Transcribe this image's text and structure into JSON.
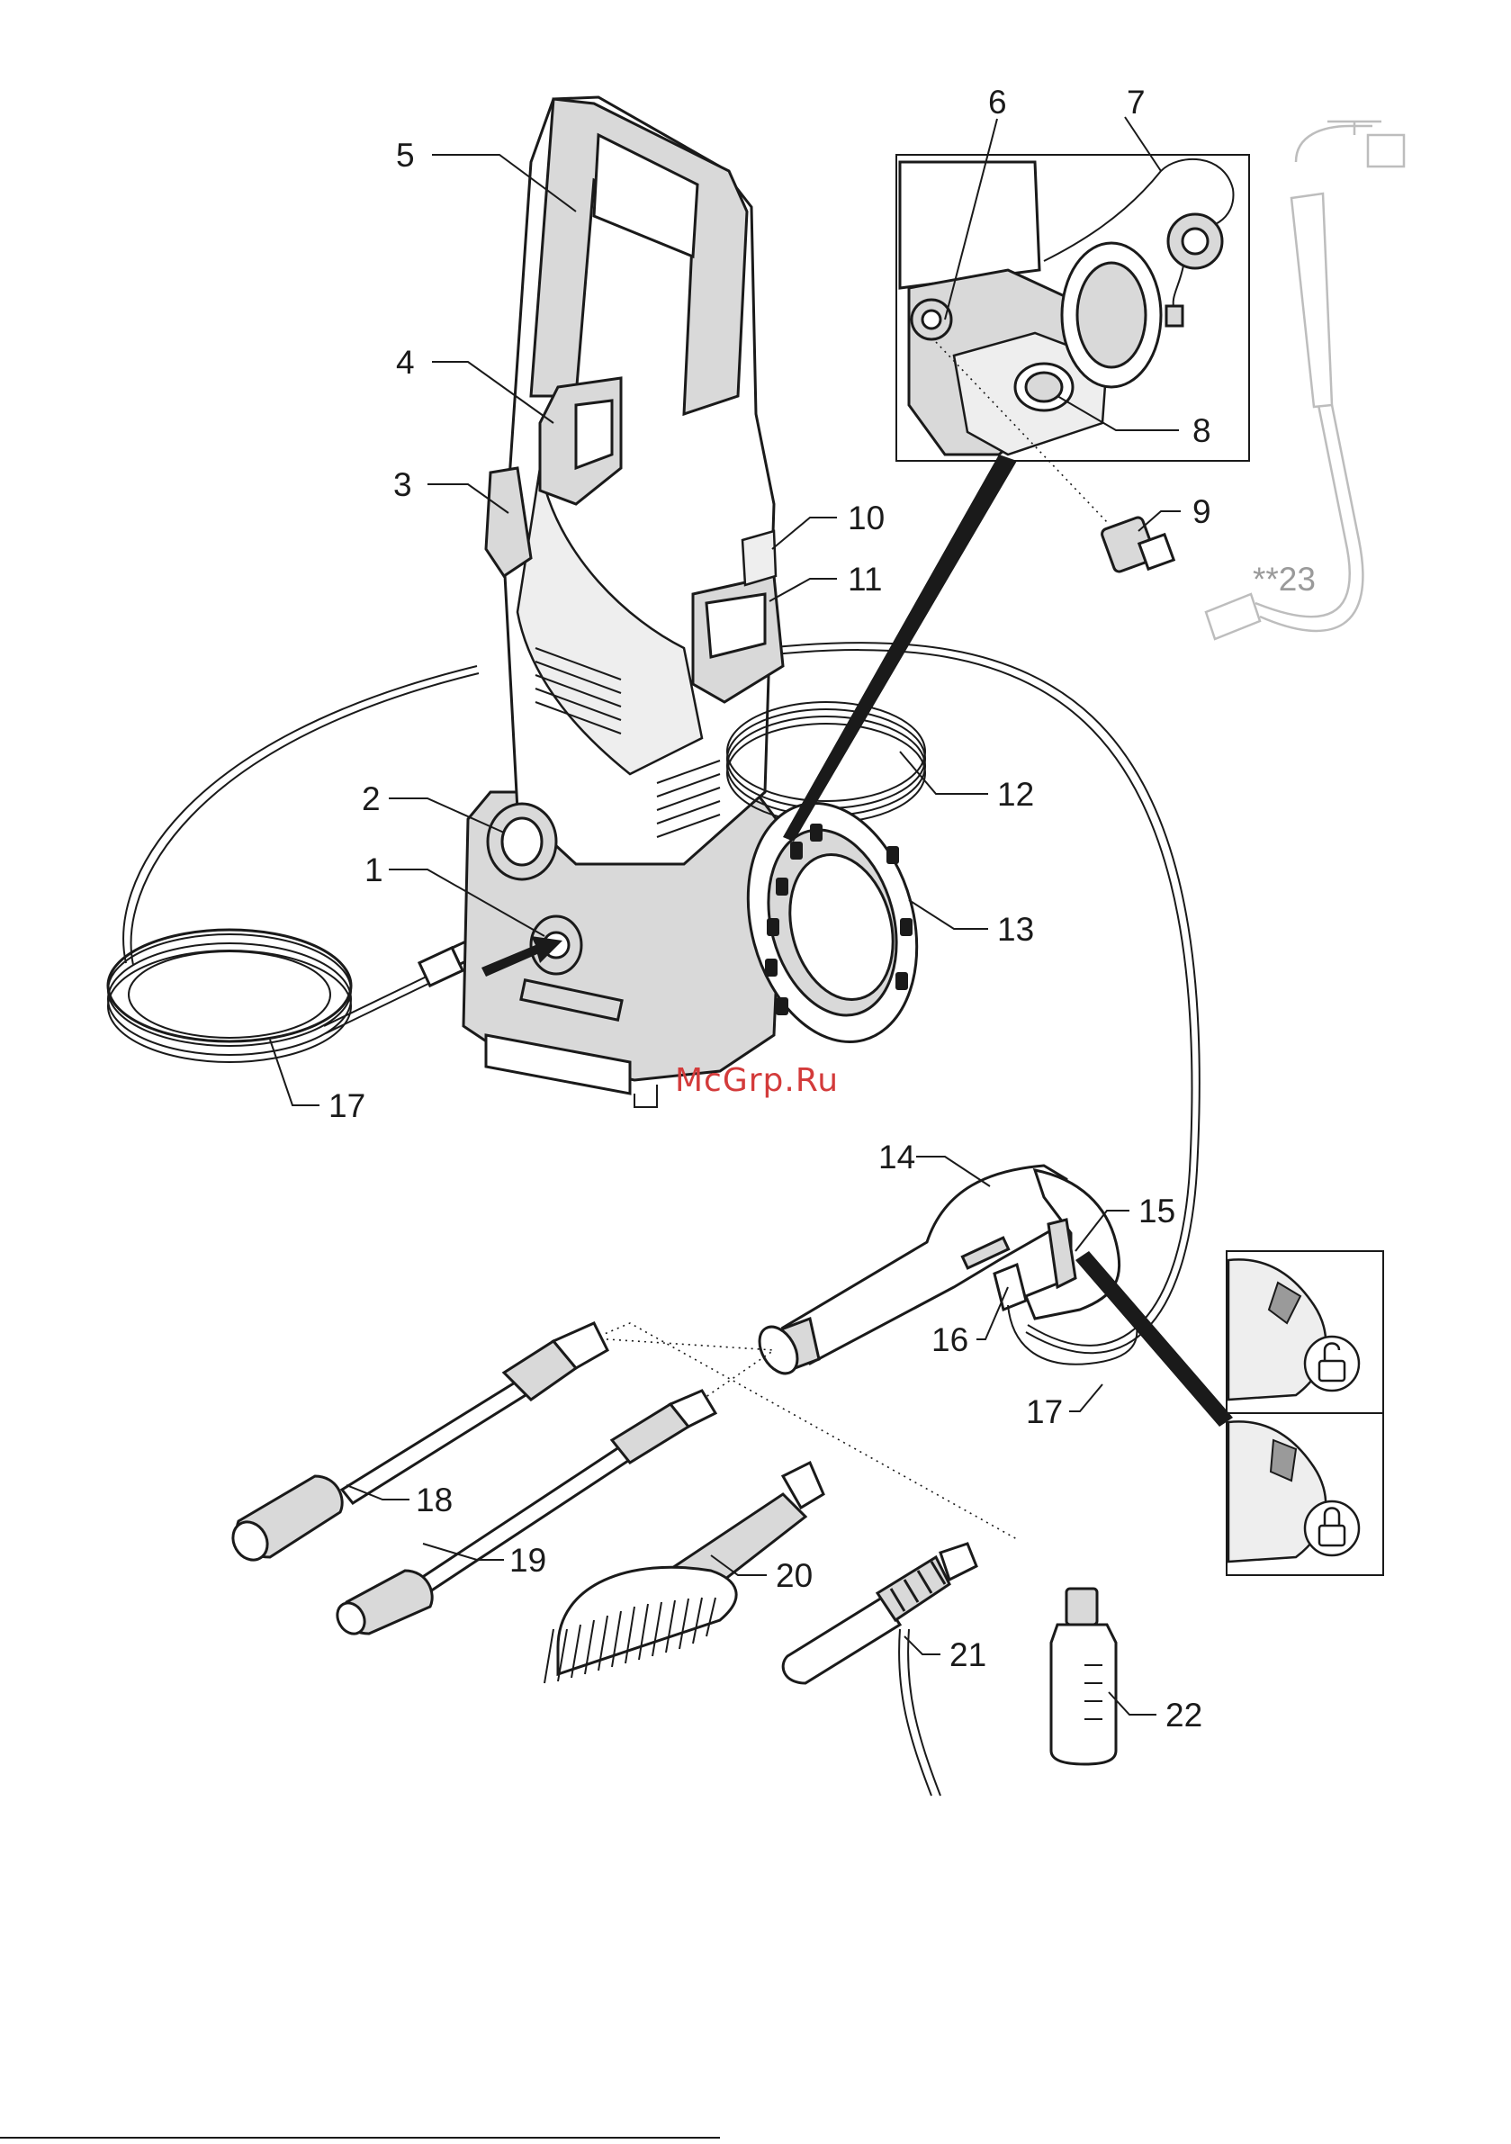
{
  "watermark": "McGrp.Ru",
  "callouts": [
    {
      "id": "1",
      "text": "1"
    },
    {
      "id": "2",
      "text": "2"
    },
    {
      "id": "3",
      "text": "3"
    },
    {
      "id": "4",
      "text": "4"
    },
    {
      "id": "5",
      "text": "5"
    },
    {
      "id": "6",
      "text": "6"
    },
    {
      "id": "7",
      "text": "7"
    },
    {
      "id": "8",
      "text": "8"
    },
    {
      "id": "9",
      "text": "9"
    },
    {
      "id": "10",
      "text": "10"
    },
    {
      "id": "11",
      "text": "11"
    },
    {
      "id": "12",
      "text": "12"
    },
    {
      "id": "13",
      "text": "13"
    },
    {
      "id": "14",
      "text": "14"
    },
    {
      "id": "15",
      "text": "15"
    },
    {
      "id": "16",
      "text": "16"
    },
    {
      "id": "17a",
      "text": "17"
    },
    {
      "id": "17b",
      "text": "17"
    },
    {
      "id": "18",
      "text": "18"
    },
    {
      "id": "19",
      "text": "19"
    },
    {
      "id": "20",
      "text": "20"
    },
    {
      "id": "21",
      "text": "21"
    },
    {
      "id": "22",
      "text": "22"
    },
    {
      "id": "23",
      "text": "**23"
    }
  ]
}
